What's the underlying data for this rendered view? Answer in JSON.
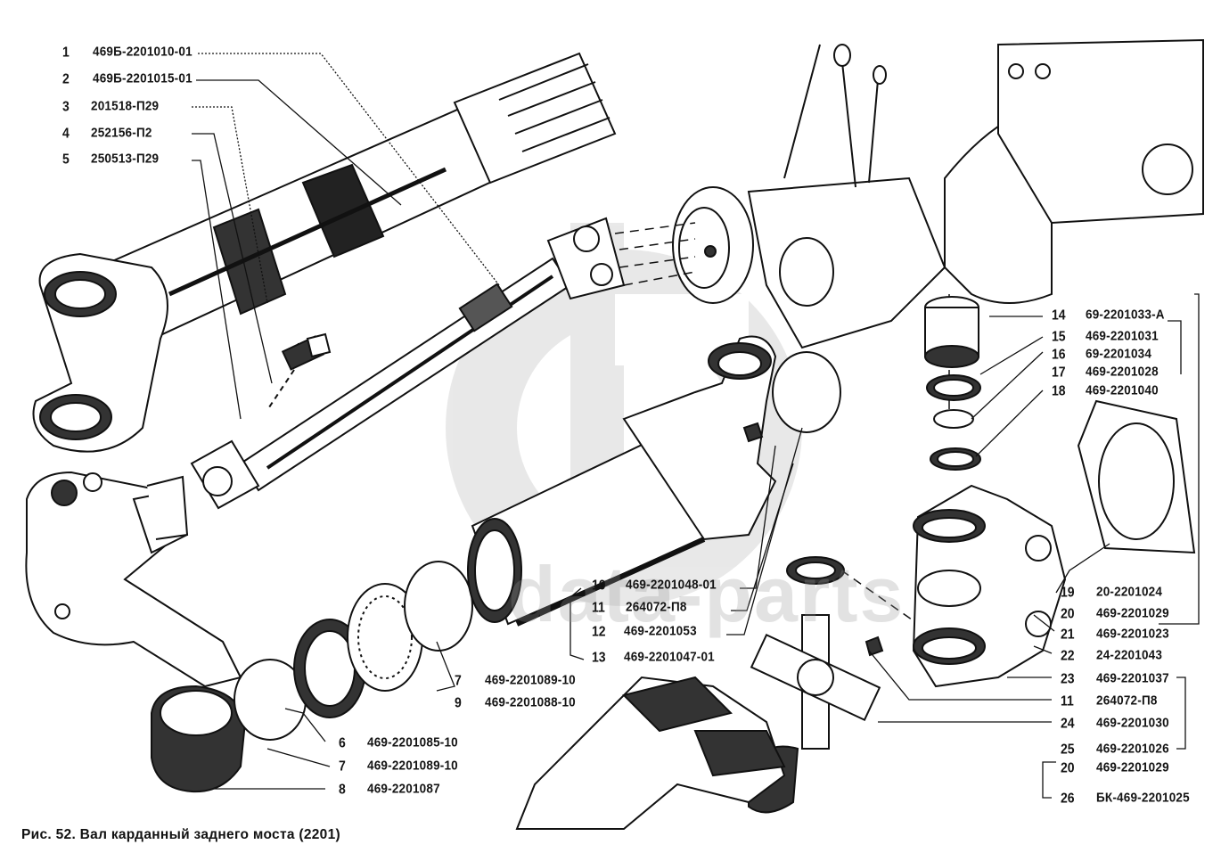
{
  "figure": {
    "caption": "Рис. 52. Вал карданный заднего моста (2201)",
    "watermark": {
      "logo": "DP",
      "text": "data-parts"
    }
  },
  "callouts_left": [
    {
      "num": "1",
      "part": "469Б-2201010-01"
    },
    {
      "num": "2",
      "part": "469Б-2201015-01"
    },
    {
      "num": "3",
      "part": "201518-П29"
    },
    {
      "num": "4",
      "part": "252156-П2"
    },
    {
      "num": "5",
      "part": "250513-П29"
    }
  ],
  "callouts_bottom_left": [
    {
      "num": "6",
      "part": "469-2201085-10"
    },
    {
      "num": "7",
      "part": "469-2201089-10"
    },
    {
      "num": "8",
      "part": "469-2201087"
    }
  ],
  "callouts_middle": [
    {
      "num": "7",
      "part": "469-2201089-10"
    },
    {
      "num": "9",
      "part": "469-2201088-10"
    }
  ],
  "callouts_center": [
    {
      "num": "10",
      "part": "469-2201048-01"
    },
    {
      "num": "11",
      "part": "264072-П8"
    },
    {
      "num": "12",
      "part": "469-2201053"
    },
    {
      "num": "13",
      "part": "469-2201047-01"
    }
  ],
  "callouts_right": [
    {
      "num": "14",
      "part": "69-2201033-А"
    },
    {
      "num": "15",
      "part": "469-2201031"
    },
    {
      "num": "16",
      "part": "69-2201034"
    },
    {
      "num": "17",
      "part": "469-2201028"
    },
    {
      "num": "18",
      "part": "469-2201040"
    },
    {
      "num": "19",
      "part": "20-2201024"
    },
    {
      "num": "20",
      "part": "469-2201029"
    },
    {
      "num": "21",
      "part": "469-2201023"
    },
    {
      "num": "22",
      "part": "24-2201043"
    },
    {
      "num": "23",
      "part": "469-2201037"
    },
    {
      "num": "11",
      "part": "264072-П8"
    },
    {
      "num": "24",
      "part": "469-2201030"
    },
    {
      "num": "25",
      "part": "469-2201026"
    },
    {
      "num": "20",
      "part": "469-2201029"
    },
    {
      "num": "26",
      "part": "БК-469-2201025"
    }
  ]
}
